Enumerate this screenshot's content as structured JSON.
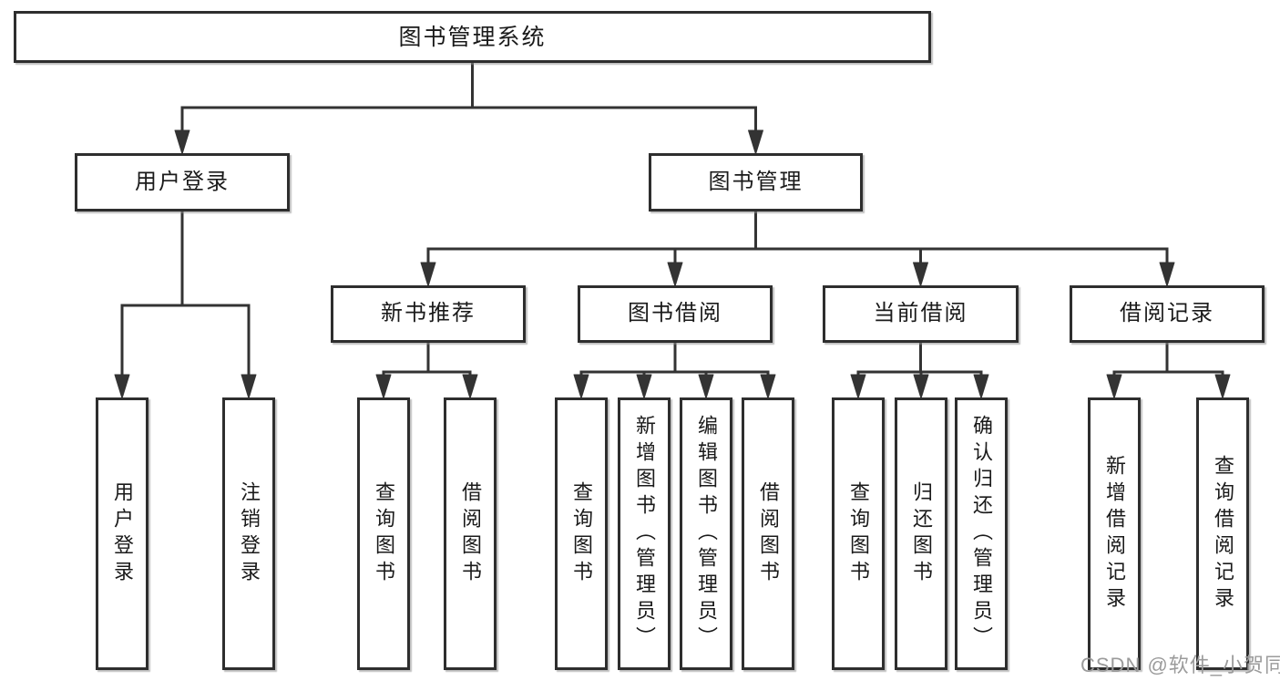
{
  "diagram": {
    "type": "tree",
    "line_color": "#333333",
    "box_border_color": "#2e2e2e",
    "text_color": "#1a1a1a",
    "background_color": "#ffffff",
    "nodes": [
      {
        "id": "root",
        "label": "图书管理系统",
        "parent": null
      },
      {
        "id": "user-login-group",
        "label": "用户登录",
        "parent": "root"
      },
      {
        "id": "book-management",
        "label": "图书管理",
        "parent": "root"
      },
      {
        "id": "new-book-recommendation",
        "label": "新书推荐",
        "parent": "book-management"
      },
      {
        "id": "book-borrowing",
        "label": "图书借阅",
        "parent": "book-management"
      },
      {
        "id": "current-borrowing",
        "label": "当前借阅",
        "parent": "book-management"
      },
      {
        "id": "borrowing-records",
        "label": "借阅记录",
        "parent": "book-management"
      },
      {
        "id": "user-login",
        "label": "用户登录",
        "parent": "user-login-group"
      },
      {
        "id": "logout",
        "label": "注销登录",
        "parent": "user-login-group"
      },
      {
        "id": "query-books-1",
        "label": "查询图书",
        "parent": "new-book-recommendation"
      },
      {
        "id": "borrow-books-1",
        "label": "借阅图书",
        "parent": "new-book-recommendation"
      },
      {
        "id": "query-books-2",
        "label": "查询图书",
        "parent": "book-borrowing"
      },
      {
        "id": "add-books",
        "label": "新增图书（管理员）",
        "parent": "book-borrowing"
      },
      {
        "id": "edit-books",
        "label": "编辑图书（管理员）",
        "parent": "book-borrowing"
      },
      {
        "id": "borrow-books-2",
        "label": "借阅图书",
        "parent": "book-borrowing"
      },
      {
        "id": "query-books-3",
        "label": "查询图书",
        "parent": "current-borrowing"
      },
      {
        "id": "return-books",
        "label": "归还图书",
        "parent": "current-borrowing"
      },
      {
        "id": "confirm-return",
        "label": "确认归还（管理员）",
        "parent": "current-borrowing"
      },
      {
        "id": "add-borrow-record",
        "label": "新增借阅记录",
        "parent": "borrowing-records"
      },
      {
        "id": "query-borrow-record",
        "label": "查询借阅记录",
        "parent": "borrowing-records"
      }
    ]
  },
  "watermark": {
    "text": "CSDN @软件_小贺同学",
    "color": "#9b9b9b"
  }
}
